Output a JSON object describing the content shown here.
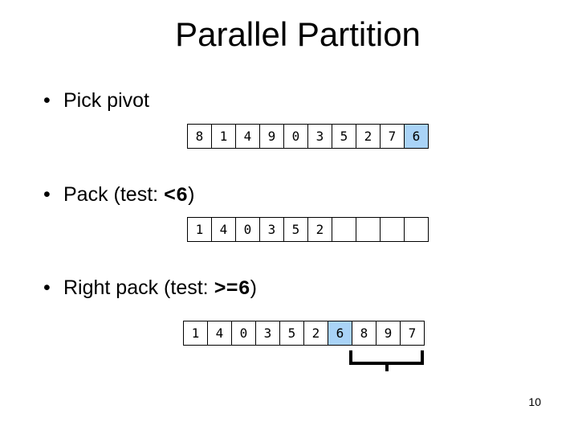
{
  "title": "Parallel Partition",
  "bullet_char": "•",
  "steps": [
    {
      "text": "Pick pivot",
      "test_expr": "",
      "after": ""
    },
    {
      "text": "Pack (test: ",
      "test_expr": "<6",
      "after": ")"
    },
    {
      "text": "Right pack (test: ",
      "test_expr": ">=6",
      "after": ")"
    }
  ],
  "arrays": [
    {
      "cells": [
        "8",
        "1",
        "4",
        "9",
        "0",
        "3",
        "5",
        "2",
        "7",
        "6"
      ],
      "highlight_index": 9
    },
    {
      "cells": [
        "1",
        "4",
        "0",
        "3",
        "5",
        "2",
        "",
        "",
        "",
        ""
      ],
      "highlight_index": -1
    },
    {
      "cells": [
        "1",
        "4",
        "0",
        "3",
        "5",
        "2",
        "6",
        "8",
        "9",
        "7"
      ],
      "highlight_index": 6
    }
  ],
  "colors": {
    "highlight": "#a9d3f7"
  },
  "page_number": "10"
}
